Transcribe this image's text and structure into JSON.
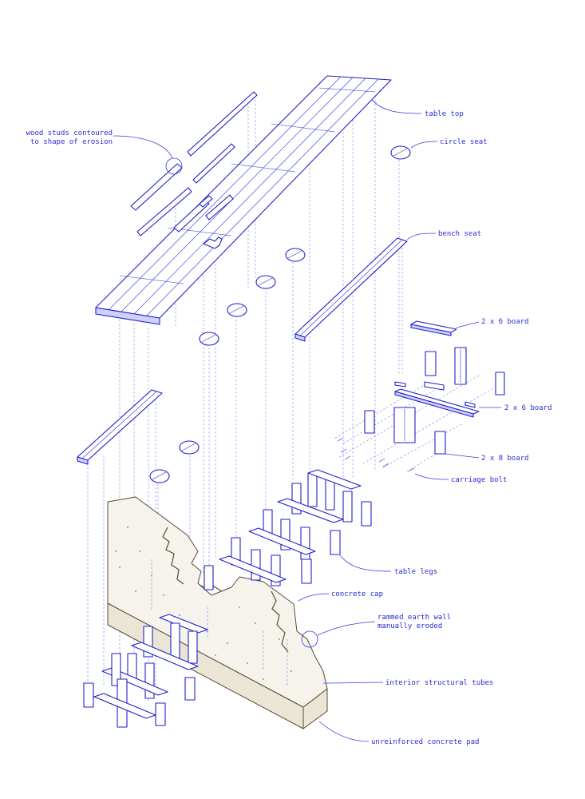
{
  "diagram": {
    "labels": {
      "table_top": "table top",
      "wood_studs": "wood studs contoured",
      "wood_studs_2": "to shape of erosion",
      "circle_seat": "circle seat",
      "bench_seat": "bench seat",
      "board_2x6_a": "2 x 6 board",
      "board_2x6_b": "2 x 6 board",
      "board_2x8": "2 x 8 board",
      "carriage_bolt": "carriage bolt",
      "table_legs": "table legs",
      "concrete_cap": "concrete cap",
      "rammed_earth_1": "rammed earth wall",
      "rammed_earth_2": "manually eroded",
      "interior_tubes": "interior structural tubes",
      "concrete_pad": "unreinforced concrete pad"
    },
    "colors": {
      "line": "#1f1fcc",
      "label": "#2b2bd6",
      "earth_outline": "#5b4a33",
      "earth_fill": "#f6f3ec"
    }
  }
}
